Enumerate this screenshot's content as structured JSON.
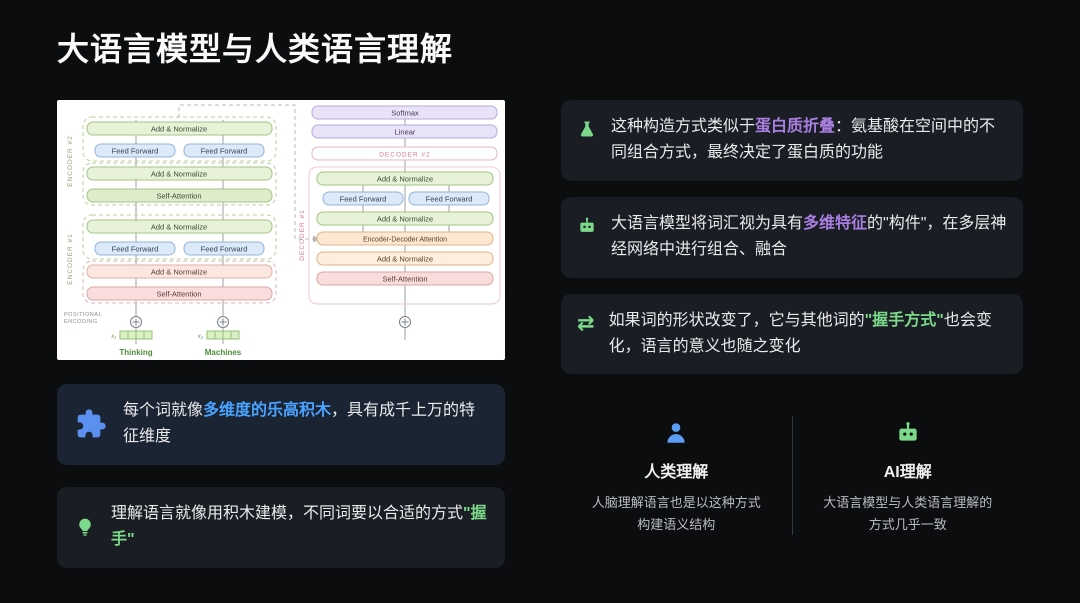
{
  "page": {
    "title": "大语言模型与人类语言理解"
  },
  "colors": {
    "accent_blue": "#4aa3ff",
    "accent_purple": "#a87fe0",
    "accent_green": "#7cd98a"
  },
  "diagram": {
    "encoder2_label": "ENCODER #2",
    "encoder1_label": "ENCODER #1",
    "decoder2_label": "DECODER #2",
    "decoder1_label": "DECODER #1",
    "softmax": "Softmax",
    "linear": "Linear",
    "add_normalize": "Add & Normalize",
    "feed_forward": "Feed Forward",
    "self_attention": "Self-Attention",
    "encoder_decoder_attention": "Encoder-Decoder Attention",
    "positional_line1": "POSITIONAL",
    "positional_line2": "ENCODING",
    "x1": "x₁",
    "x2": "x₂",
    "word1": "Thinking",
    "word2": "Machines"
  },
  "left_cards": [
    {
      "prefix": "每个词就像",
      "highlight": "多维度的乐高积木",
      "suffix": "，具有成千上万的特征维度"
    },
    {
      "prefix": "理解语言就像用积木建模，不同词要以合适的方式",
      "highlight": "\"握手\"",
      "suffix": ""
    }
  ],
  "right_cards": [
    {
      "prefix": "这种构造方式类似于",
      "highlight": "蛋白质折叠",
      "suffix": "：氨基酸在空间中的不同组合方式，最终决定了蛋白质的功能"
    },
    {
      "prefix": "大语言模型将词汇视为具有",
      "highlight": "多维特征",
      "suffix": "的\"构件\"，在多层神经网络中进行组合、融合"
    },
    {
      "prefix": "如果词的形状改变了，它与其他词的",
      "highlight": "\"握手方式\"",
      "suffix": "也会变化，语言的意义也随之变化"
    }
  ],
  "compare": {
    "human": {
      "title": "人类理解",
      "desc": "人脑理解语言也是以这种方式构建语义结构"
    },
    "ai": {
      "title": "AI理解",
      "desc": "大语言模型与人类语言理解的方式几乎一致"
    }
  },
  "icons": {
    "swap_arrows": "⇄"
  }
}
